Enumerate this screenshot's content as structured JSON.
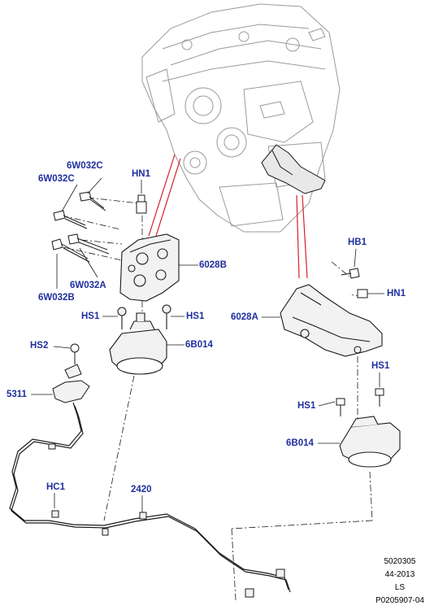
{
  "diagram": {
    "colors": {
      "callout_text": "#1f2f9e",
      "outline": "#1a1a1a",
      "engine_ghost": "#9a9a9a",
      "leader_red": "#d81f26"
    },
    "callouts": {
      "c_6w032c_a": "6W032C",
      "c_6w032c_b": "6W032C",
      "c_hn1_left": "HN1",
      "c_6028b": "6028B",
      "c_6w032a": "6W032A",
      "c_6w032b": "6W032B",
      "c_hs1_l1": "HS1",
      "c_hs1_l2": "HS1",
      "c_hs2": "HS2",
      "c_6b014_left": "6B014",
      "c_5311": "5311",
      "c_hc1": "HC1",
      "c_2420": "2420",
      "c_hb1": "HB1",
      "c_hn1_right": "HN1",
      "c_6028a": "6028A",
      "c_hs1_r1": "HS1",
      "c_hs1_r2": "HS1",
      "c_6b014_right": "6B014"
    },
    "reference_block": {
      "line1": "5020305",
      "line2": "44-2013",
      "line3": "LS",
      "line4": "P0205907-04"
    }
  }
}
